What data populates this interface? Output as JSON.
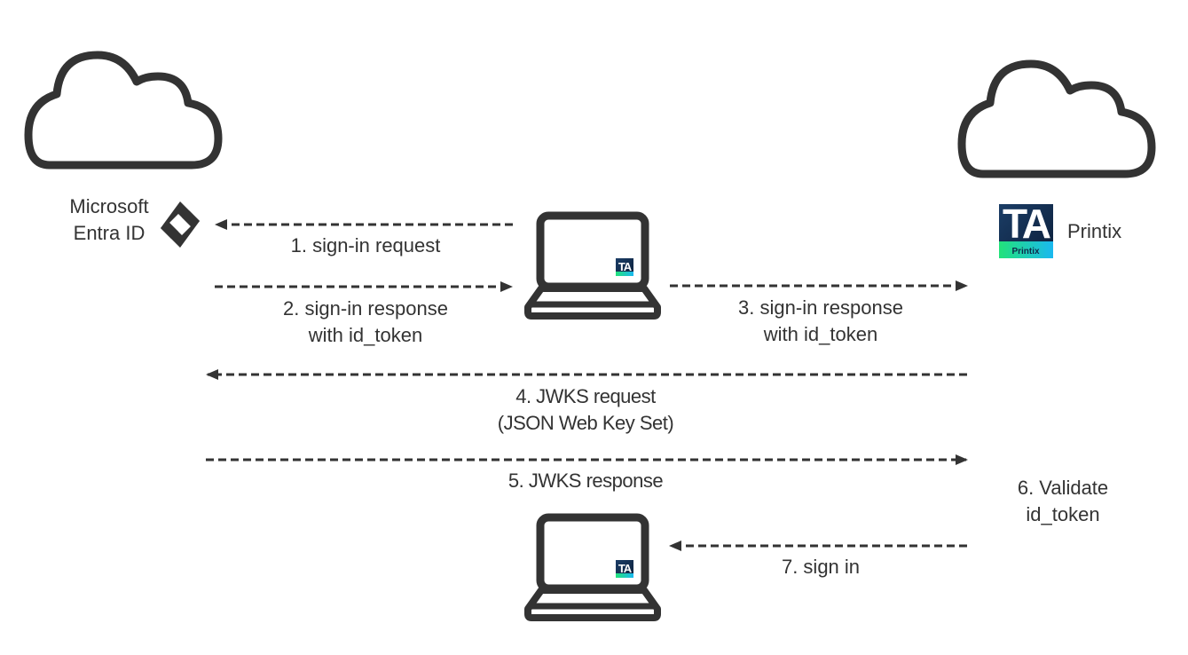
{
  "colors": {
    "stroke": "#333333",
    "text": "#333333",
    "ta_dark": "#0e2a4a",
    "ta_gradient_start": "#22e27a",
    "ta_gradient_end": "#1ab8f0"
  },
  "entities": {
    "entra": {
      "name_line1": "Microsoft",
      "name_line2": "Entra ID",
      "icon": "entra-id-icon"
    },
    "printix": {
      "name": "Printix",
      "logo_text": "TA",
      "logo_subtext": "Printix",
      "icon": "cloud-icon"
    },
    "client": {
      "icon": "laptop-icon",
      "badge": "TA"
    }
  },
  "steps": [
    {
      "id": 1,
      "line1": "1. sign-in request",
      "line2": "",
      "direction": "left",
      "from": "client",
      "to": "entra"
    },
    {
      "id": 2,
      "line1": "2. sign-in response",
      "line2": "with id_token",
      "direction": "right",
      "from": "entra",
      "to": "client"
    },
    {
      "id": 3,
      "line1": "3. sign-in response",
      "line2": "with id_token",
      "direction": "right",
      "from": "client",
      "to": "printix"
    },
    {
      "id": 4,
      "line1": "4. JWKS request",
      "line2": "(JSON Web Key Set)",
      "direction": "left",
      "from": "printix",
      "to": "entra"
    },
    {
      "id": 5,
      "line1": "5. JWKS response",
      "line2": "",
      "direction": "right",
      "from": "entra",
      "to": "printix"
    },
    {
      "id": 6,
      "line1": "6. Validate",
      "line2": "id_token",
      "direction": "none",
      "from": "printix",
      "to": "printix"
    },
    {
      "id": 7,
      "line1": "7. sign in",
      "line2": "",
      "direction": "left",
      "from": "printix",
      "to": "client"
    }
  ]
}
